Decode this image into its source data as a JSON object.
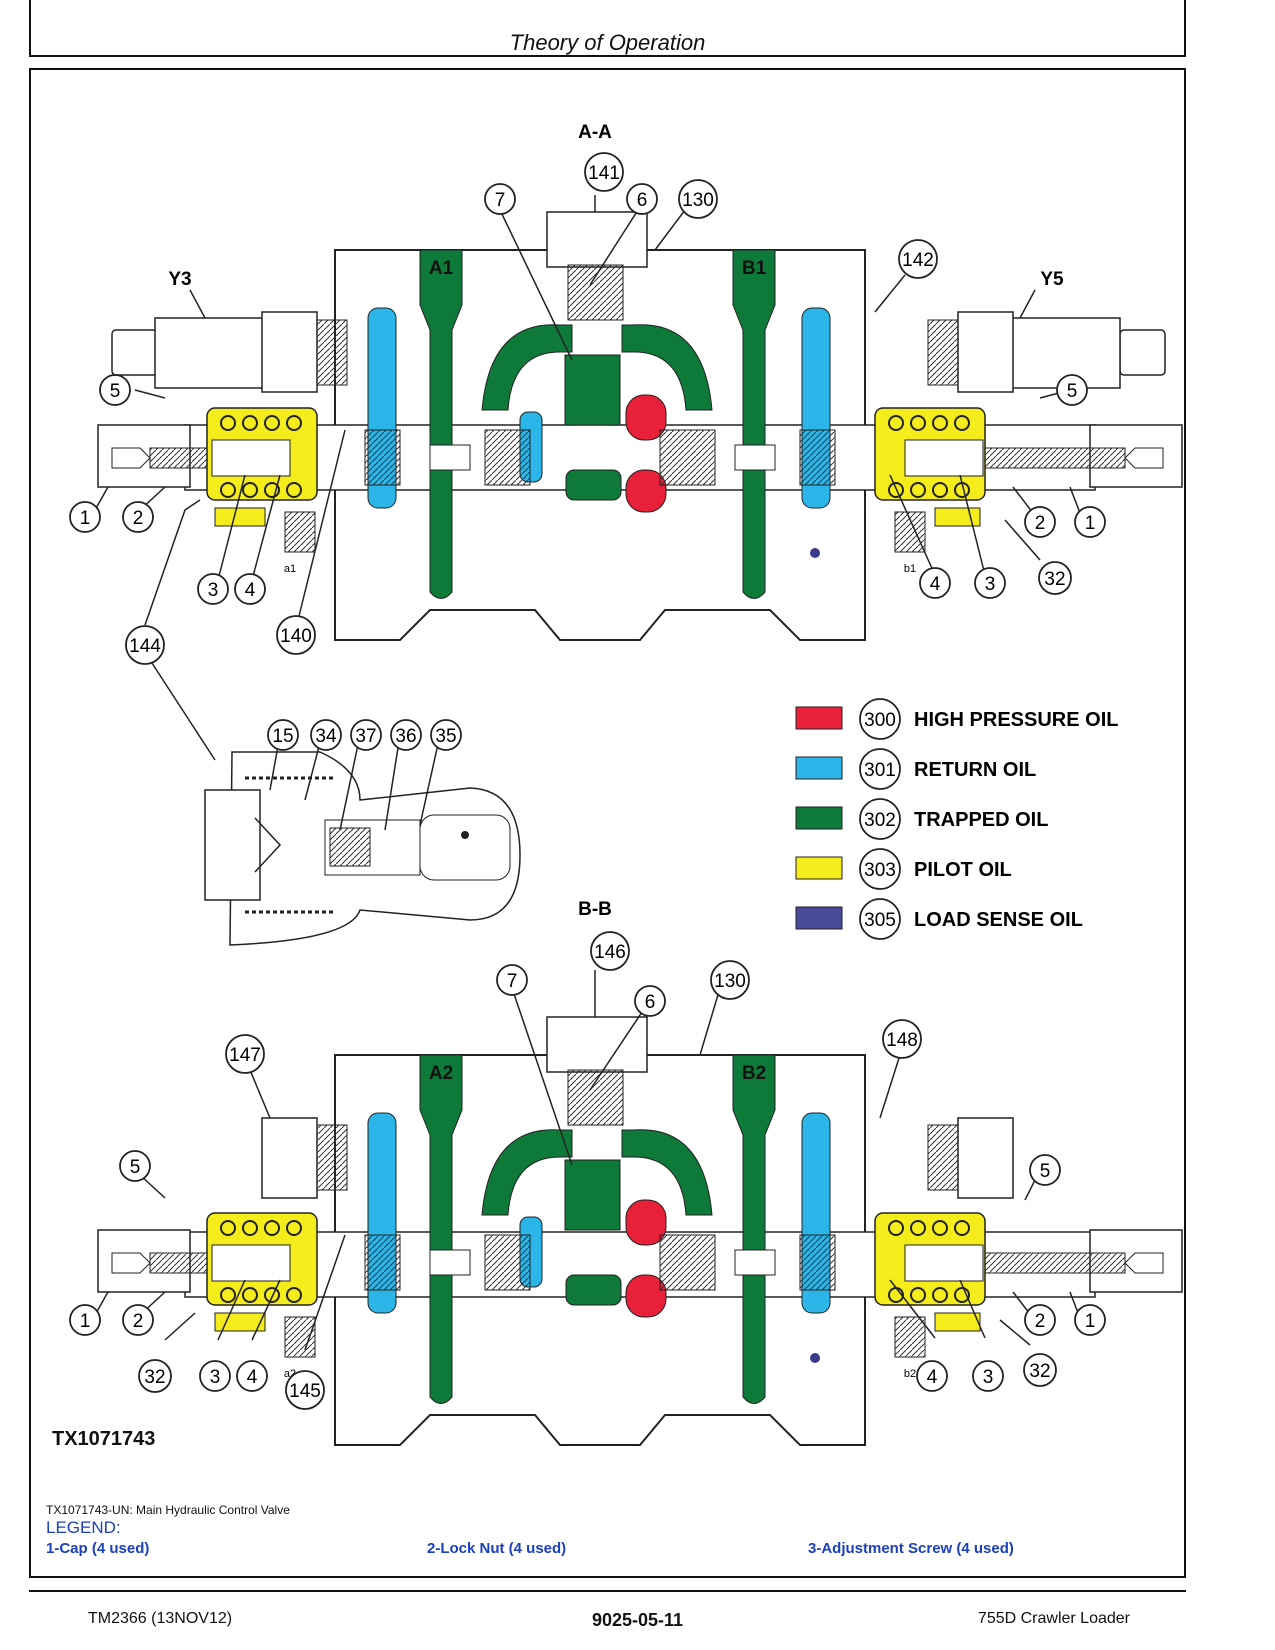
{
  "header": {
    "title": "Theory of Operation"
  },
  "diagram": {
    "section_aa": "A-A",
    "section_bb": "B-B",
    "ports_top": {
      "a": "A1",
      "b": "B1"
    },
    "ports_bottom": {
      "a": "A2",
      "b": "B2"
    },
    "solenoids": {
      "left": "Y3",
      "right": "Y5"
    },
    "small_labels": {
      "a1": "a1",
      "b1": "b1",
      "a2": "a2",
      "b2": "b2"
    },
    "callouts_top": [
      "141",
      "7",
      "6",
      "130",
      "142",
      "5",
      "5",
      "1",
      "2",
      "3",
      "4",
      "140",
      "144",
      "4",
      "3",
      "2",
      "1",
      "32"
    ],
    "callouts_detail": [
      "15",
      "34",
      "37",
      "36",
      "35"
    ],
    "callouts_bottom": [
      "146",
      "7",
      "6",
      "130",
      "147",
      "148",
      "5",
      "5",
      "1",
      "2",
      "32",
      "3",
      "4",
      "145",
      "4",
      "3",
      "2",
      "1",
      "32"
    ],
    "figure_id": "TX1071743"
  },
  "oil_legend": [
    {
      "num": "300",
      "label": "HIGH PRESSURE OIL",
      "color": "#e8203a"
    },
    {
      "num": "301",
      "label": "RETURN OIL",
      "color": "#2bb5e8"
    },
    {
      "num": "302",
      "label": "TRAPPED OIL",
      "color": "#0e7a3a"
    },
    {
      "num": "303",
      "label": "PILOT OIL",
      "color": "#f5ec1c"
    },
    {
      "num": "305",
      "label": "LOAD SENSE OIL",
      "color": "#4a4a9a"
    }
  ],
  "caption": "TX1071743-UN: Main Hydraulic Control Valve",
  "legend": {
    "title": "LEGEND:",
    "items": [
      "1-Cap (4 used)",
      "2-Lock Nut (4 used)",
      "3-Adjustment Screw (4 used)"
    ]
  },
  "footer": {
    "left": "TM2366 (13NOV12)",
    "center": "9025-05-11",
    "right": "755D Crawler Loader"
  }
}
